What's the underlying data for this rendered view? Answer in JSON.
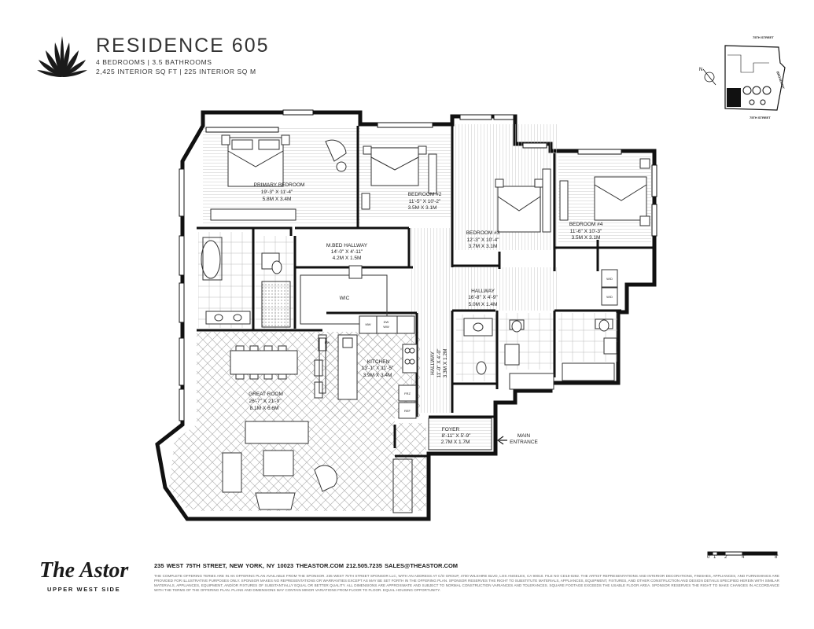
{
  "header": {
    "title": "RESIDENCE 605",
    "line1": "4 BEDROOMS | 3.5 BATHROOMS",
    "line2": "2,425 INTERIOR SQ FT | 225 INTERIOR SQ M"
  },
  "keyplan": {
    "street_top": "75TH STREET",
    "street_bottom": "75TH STREET",
    "street_side": "BROADWAY"
  },
  "rooms": {
    "primary_bedroom": {
      "name": "PRIMARY BEDROOM",
      "imperial": "19'-3\" X 11'-4\"",
      "metric": "5.8M X 3.4M"
    },
    "bedroom2": {
      "name": "BEDROOM #2",
      "imperial": "11'-5\" X 10'-2\"",
      "metric": "3.5M X 3.1M"
    },
    "bedroom3": {
      "name": "BEDROOM #3",
      "imperial": "12'-3\" X 10'-4\"",
      "metric": "3.7M X 3.1M"
    },
    "bedroom4": {
      "name": "BEDROOM #4",
      "imperial": "11'-6\" X 10'-3\"",
      "metric": "3.5M X 3.1M"
    },
    "mbed_hallway": {
      "name": "M.BED HALLWAY",
      "imperial": "14'-0\" X 4'-11\"",
      "metric": "4.2M X 1.5M"
    },
    "wic": {
      "name": "WIC"
    },
    "hallway": {
      "name": "HALLWAY",
      "imperial": "16'-8\" X 4'-9\"",
      "metric": "5.0M X 1.4M"
    },
    "hallway_vertical": {
      "name": "HALLWAY",
      "imperial": "11'-0\" X 4'-0\"",
      "metric": "3.3M X 1.2M"
    },
    "kitchen": {
      "name": "KITCHEN",
      "imperial": "13'-1\" X 11'-5\"",
      "metric": "3.9M X 3.4M"
    },
    "great_room": {
      "name": "GREAT ROOM",
      "imperial": "26'-7\" X 21'-9\"",
      "metric": "8.1M X 6.6M"
    },
    "foyer": {
      "name": "FOYER",
      "imperial": "8'-11\" X 5'-9\"",
      "metric": "2.7M X 1.7M"
    }
  },
  "appliances": {
    "mw": "MW",
    "dw_kitchen": "DW",
    "dw_upper": "DW",
    "ww": "WW",
    "frz": "FRZ",
    "ref": "REF",
    "wd1": "W/D",
    "wd2": "W/D"
  },
  "entrance": {
    "line1": "MAIN",
    "line2": "ENTRANCE"
  },
  "footer": {
    "logo": "The Astor",
    "logo_sub": "UPPER WEST SIDE",
    "contact": "235 WEST 75TH STREET, NEW YORK, NY 10023    THEASTOR.COM    212.505.7235    SALES@THEASTOR.COM",
    "disclaimer": "THE COMPLETE OFFERING TERMS ARE IN AN OFFERING PLAN AVAILABLE FROM THE SPONSOR. 235 WEST 75TH STREET SPONSOR LLC, WITH AN ADDRESS AT C/O GROUP, 4700 WILSHIRE BLVD, LOS ANGELES, CA 90010. FILE NO CD18-0282. THE ARTIST REPRESENTATIONS AND INTERIOR DECORATIONS, FINISHES, APPLIANCES, AND FURNISHINGS ARE PROVIDED FOR ILLUSTRATIVE PURPOSES ONLY. SPONSOR MAKES NO REPRESENTATIONS OR WARRANTIES EXCEPT AS MAY BE SET FORTH IN THE OFFERING PLAN. SPONSOR RESERVES THE RIGHT TO SUBSTITUTE MATERIALS, APPLIANCES, EQUIPMENT, FIXTURES, AND OTHER CONSTRUCTION AND DESIGN DETAILS SPECIFIED HEREIN WITH SIMILAR MATERIALS, APPLIANCES, EQUIPMENT, AND/OR FIXTURES OF SUBSTANTIALLY EQUAL OR BETTER QUALITY. ALL DIMENSIONS ARE APPROXIMATE AND SUBJECT TO NORMAL CONSTRUCTION VARIANCES AND TOLERANCES. SQUARE FOOTAGE EXCEEDS THE USABLE FLOOR AREA. SPONSOR RESERVES THE RIGHT TO MAKE CHANGES IN ACCORDANCE WITH THE TERMS OF THE OFFERING PLAN. PLANS AND DIMENSIONS MAY CONTAIN MINOR VARIATIONS FROM FLOOR TO FLOOR. EQUAL HOUSING OPPORTUNITY."
  },
  "scale": {
    "t0": "0'",
    "t1": "1'",
    "t2": "2'",
    "t4": "4'",
    "t8": "8'"
  }
}
